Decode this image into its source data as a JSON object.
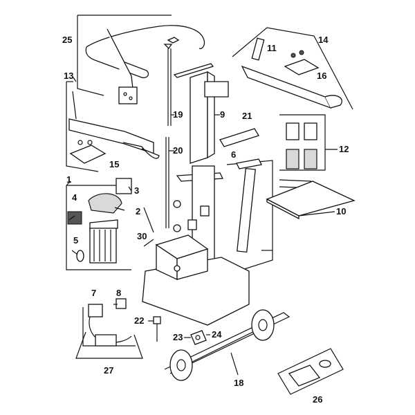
{
  "diagram": {
    "labels": {
      "p1": "1",
      "p2": "2",
      "p3": "3",
      "p4": "4",
      "p5": "5",
      "p6": "6",
      "p7": "7",
      "p8": "8",
      "p9": "9",
      "p10": "10",
      "p11": "11",
      "p12": "12",
      "p13": "13",
      "p14": "14",
      "p15": "15",
      "p16": "16",
      "p18": "18",
      "p19": "19",
      "p20": "20",
      "p21": "21",
      "p22": "22",
      "p23": "23",
      "p24": "24",
      "p25": "25",
      "p26": "26",
      "p27": "27",
      "p30": "30"
    }
  }
}
